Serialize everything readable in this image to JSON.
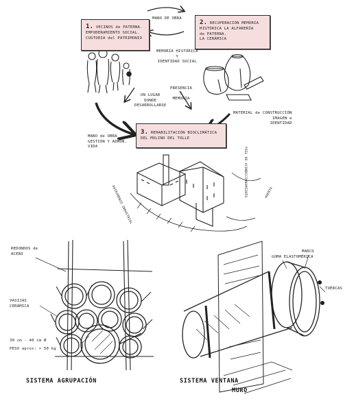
{
  "top_diagram": {
    "box1": {
      "number": "1.",
      "text": "VECINOS de PATERNA.\nEMPODERAMIENTO SOCIAL.\nCUSTODIA del PATRIMONIO"
    },
    "box2": {
      "number": "2.",
      "text": "RECUPERACIÓN MEMORIA\nHISTÓRICA LA ALFARERÍA\nde PATERNA.\nLA CERÁMICA"
    },
    "box3": {
      "number": "3.",
      "text": "REHABILITACIÓN BIOCLIMÁTICA\nDEL MOLINO DEL TOLLE"
    },
    "mano_de_obra": "MANO DE OBRA",
    "memoria_identidad": "MEMORIA HISTÓRICA\nY\nIDENTIDAD SOCIAL",
    "lugar": "UN LUGAR\nDONDE\nDESARROLLARSE",
    "presencia": "PRESENCIA\nY\nMEMORIA",
    "mano_gestion": "MANO de OBRA\nGESTIÓN Y ADMÓN.\nVIDA",
    "material": "MATERIAL de CONSTRUCCIÓN\nIMAGEN e\nIDENTIDAD",
    "side_right": "PIEL DE ACONDICIONAMIENTO",
    "side_left": "PATRIMONIO INDUSTRIAL",
    "side_far": "HUERTA"
  },
  "bottom_left": {
    "redondos": "REDONDOS de\nACERO",
    "vasijas": "VASIJAS\nCERÁMICA",
    "dimensiones": "30 cm - 40 cm Ø",
    "peso": "PESO aprox: ≈ 50 kg",
    "title": "SISTEMA\nAGRUPACIÓN"
  },
  "bottom_right": {
    "marco": "MARCO",
    "goma": "GOMA ELASTOMÉRICA",
    "tuercas": "TUERCAS",
    "muro": "MURO",
    "title": "SISTEMA\nVENTANA"
  }
}
